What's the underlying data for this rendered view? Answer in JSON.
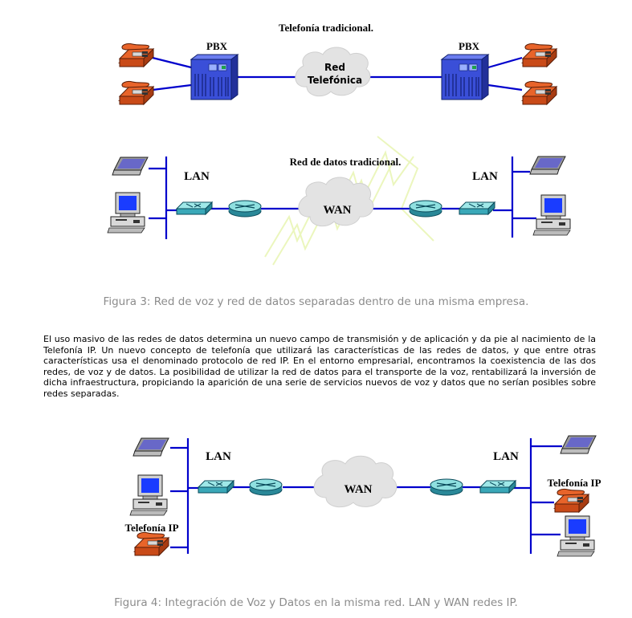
{
  "figure3": {
    "telefonia_title": "Telefonía tradicional.",
    "pbx_left": "PBX",
    "pbx_right": "PBX",
    "cloud_phone_line1": "Red",
    "cloud_phone_line2": "Telefónica",
    "datos_title": "Red de datos tradicional.",
    "lan_left": "LAN",
    "lan_right": "LAN",
    "wan": "WAN",
    "caption": "Figura 3: Red de voz y red de datos separadas dentro de una misma empresa."
  },
  "paragraph": "El uso masivo de las redes de datos determina un nuevo campo de transmisión y de aplicación y da pie al nacimiento de la Telefonía IP. Un nuevo concepto de telefonía que utilizará las características de las redes de datos, y que entre otras características usa el denominado protocolo de red IP. En el entorno empresarial, encontramos la coexistencia de las dos redes, de voz y de datos. La posibilidad de utilizar la red de datos para el transporte de la voz, rentabilizará la inversión de dicha infraestructura, propiciando la aparición de una serie de servicios nuevos de voz y datos que no serían posibles sobre redes separadas.",
  "figure4": {
    "lan_left": "LAN",
    "lan_right": "LAN",
    "wan": "WAN",
    "telefonia_ip_left": "Telefonía IP",
    "telefonia_ip_right": "Telefonía IP",
    "caption": "Figura 4: Integración de Voz y Datos en la misma red. LAN y WAN  redes IP."
  },
  "colors": {
    "line": "#0000cc",
    "phone": "#e8642a",
    "pbx": "#3a4fd8",
    "cloud": "#e3e3e3",
    "device_teal": "#5fd0d0",
    "caption": "#8c8c8c"
  }
}
